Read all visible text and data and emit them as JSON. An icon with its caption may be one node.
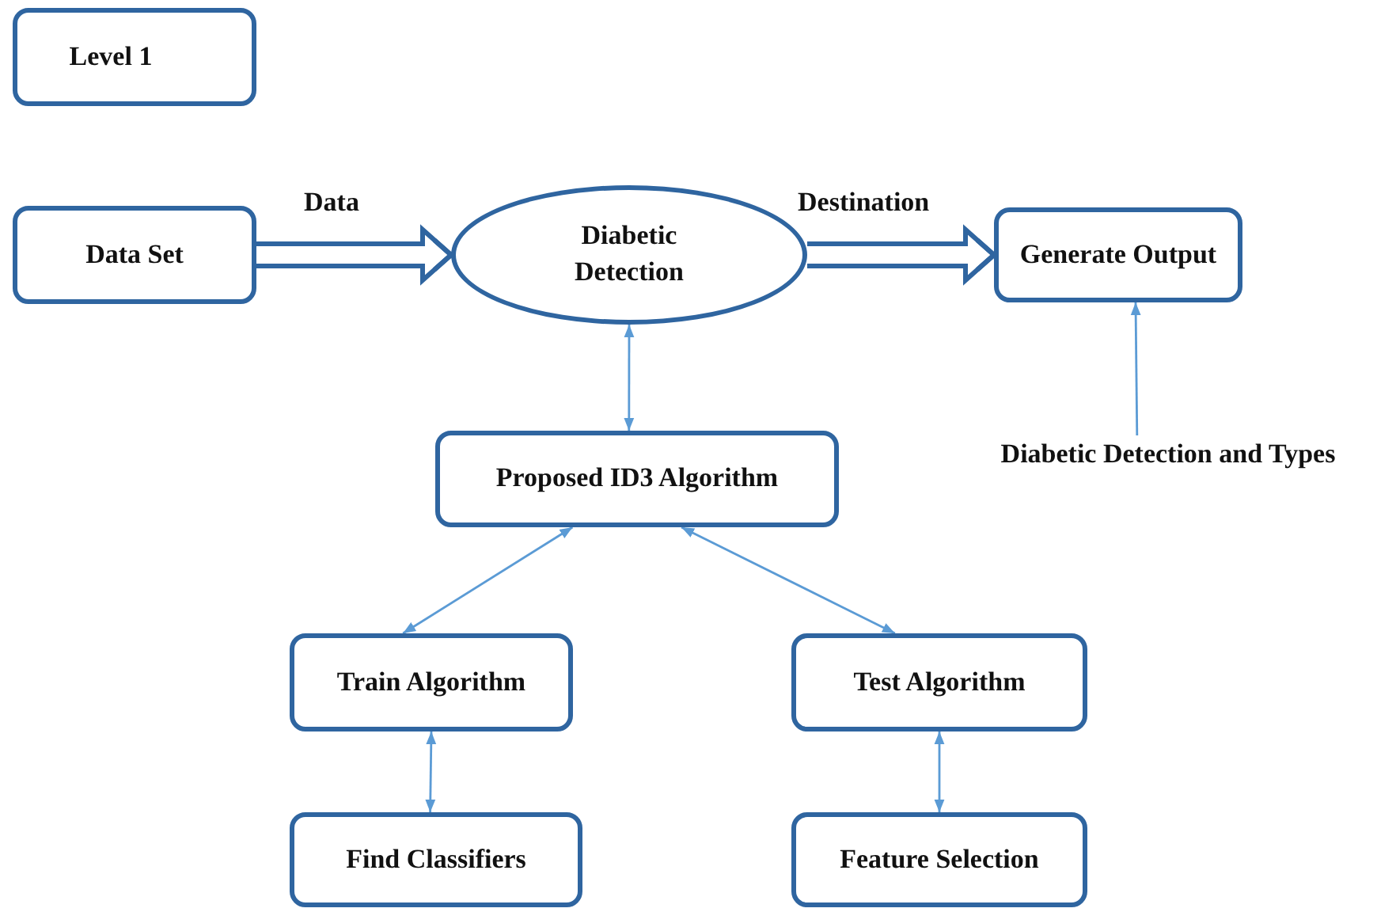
{
  "diagram": {
    "nodes": [
      {
        "text": [
          "Level 1"
        ]
      },
      {
        "text": [
          "Data Set"
        ]
      },
      {
        "text": [
          "Diabetic Detection"
        ]
      },
      {
        "text": [
          "Generate Output"
        ]
      },
      {
        "text": [
          "Diabetic Detection and Types"
        ]
      },
      {
        "text": [
          "Proposed ID3 Algorithm"
        ]
      },
      {
        "text": [
          "Train Algorithm"
        ]
      },
      {
        "text": [
          "Test Algorithm"
        ]
      },
      {
        "text": [
          "Find Classifiers"
        ]
      },
      {
        "text": [
          "Feature Selection"
        ]
      }
    ],
    "edges": [
      {
        "from": 1,
        "to": 2,
        "arrow": "to",
        "label": "Data",
        "style": "thick",
        "color": "#2f65a0"
      },
      {
        "from": 2,
        "to": 3,
        "arrow": "to",
        "label": "Destination",
        "style": "thick",
        "color": "#2f65a0"
      },
      {
        "from": 2,
        "to": 5,
        "arrow": "both"
      },
      {
        "from": 4,
        "to": 3,
        "arrow": "to"
      },
      {
        "from": 5,
        "to": 6,
        "arrow": "both"
      },
      {
        "from": 5,
        "to": 7,
        "arrow": "both"
      },
      {
        "from": 6,
        "to": 8,
        "arrow": "both"
      },
      {
        "from": 7,
        "to": 9,
        "arrow": "both"
      }
    ]
  }
}
